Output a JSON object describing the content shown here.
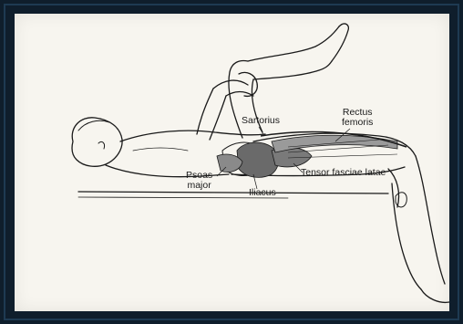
{
  "labels": {
    "sartorius": "Sartorius",
    "rectus_line1": "Rectus",
    "rectus_line2": "femoris",
    "psoas_line1": "Psoas",
    "psoas_line2": "major",
    "tensor": "Tensor fasciae latae",
    "iliacus": "Iliacus"
  },
  "colors": {
    "frame": "#0f1e2c",
    "paper": "#f7f5ef",
    "ink": "#1a1a1a",
    "muscle_shade": "#555555"
  }
}
